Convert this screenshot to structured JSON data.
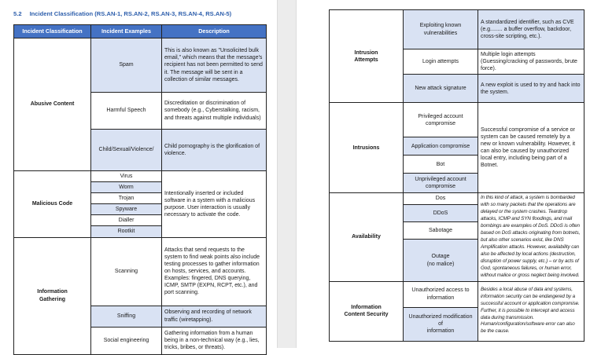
{
  "heading": {
    "number": "5.2",
    "title": "Incident Classification (RS.AN-1, RS.AN-2, RS.AN-3, RS.AN-4, RS.AN-5)"
  },
  "colors": {
    "header_fill": "#4472C4",
    "shaded_row": "#D9E2F3",
    "heading_text": "#2E5FAC"
  },
  "table1": {
    "headers": [
      "Incident Classification",
      "Incident Examples",
      "Description"
    ],
    "sections": [
      {
        "category": "Abusive Content",
        "rows": [
          {
            "example": "Spam",
            "description": "This is also known as \"Unsolicited bulk email,\" which means that the message's recipient has not been permitted to send it. The message will be sent in a collection of similar messages."
          },
          {
            "example": "Harmful Speech",
            "description": "Discreditation or discrimination of somebody (e.g., Cyberstalking, racism, and threats against multiple individuals)"
          },
          {
            "example": "Child/Sexual/Violence/",
            "description": "Child pornography is the glorification of violence."
          }
        ]
      },
      {
        "category": "Malicious Code",
        "examples": [
          "Virus",
          "Worm",
          "Trojan",
          "Spyware",
          "Dialler",
          "Rootkit"
        ],
        "description": "Intentionally inserted or included software in a system with a malicious purpose. User interaction is usually necessary to activate the code."
      },
      {
        "category": "Information\nGathering",
        "rows": [
          {
            "example": "Scanning",
            "description": "Attacks that send requests to the system to find weak points also include testing processes to gather information on hosts, services, and accounts. Examples: fingered, DNS querying, ICMP, SMTP (EXPN, RCPT, etc.), and port scanning."
          },
          {
            "example": "Sniffing",
            "description": "Observing and recording of network traffic (wiretapping)."
          },
          {
            "example": "Social engineering",
            "description": "Gathering information from a human being in a non-technical way (e.g., lies, tricks, bribes, or threats)."
          }
        ]
      }
    ]
  },
  "table2": {
    "sections": [
      {
        "category": "Intrusion\nAttempts",
        "rows": [
          {
            "example": "Exploiting known\nvulnerabilities",
            "description": "A standardized identifier, such as CVE (e.g........ a buffer overflow, backdoor, cross-site scripting, etc.)."
          },
          {
            "example": "Login attempts",
            "description": "Multiple login attempts (Guessing/cracking of passwords, brute force)."
          },
          {
            "example": "New attack signature",
            "description": "A new exploit is used to try and hack into the system."
          }
        ]
      },
      {
        "category": "Intrusions",
        "examples": [
          "Privileged account\ncompromise",
          "Application compromise",
          "Bot",
          "Unprivileged account\ncompromise"
        ],
        "description": "Successful compromise of a service or system can be caused remotely by a new or known vulnerability. However, it can also be caused by unauthorized local entry, including being part of a Botnet."
      },
      {
        "category": "Availability",
        "examples": [
          "Dos",
          "DDoS",
          "Sabotage",
          "Outage\n(no malice)"
        ],
        "description": "In this kind of attack, a system is bombarded with so many packets that the operations are delayed or the system crashes. Teardrop attacks, ICMP and SYN floodings, and mail bombings are examples of DoS. DDoS is often based on DoS attacks originating from botnets, but also other scenarios exist, like DNS Amplification attacks. However, availability can also be affected by local actions (destruction, disruption of power supply, etc.) – or by acts of God, spontaneous failures, or human error, without malice or gross neglect being involved."
      },
      {
        "category": "Information\nContent Security",
        "examples": [
          "Unauthorized access to\ninformation",
          "Unauthorized modification of\ninformation"
        ],
        "description": "Besides a local abuse of data and systems, information security can be endangered by a successful account or application compromise. Further, it is possible to intercept and access data during transmission. Human/configuration/software error can also be the cause."
      }
    ]
  }
}
